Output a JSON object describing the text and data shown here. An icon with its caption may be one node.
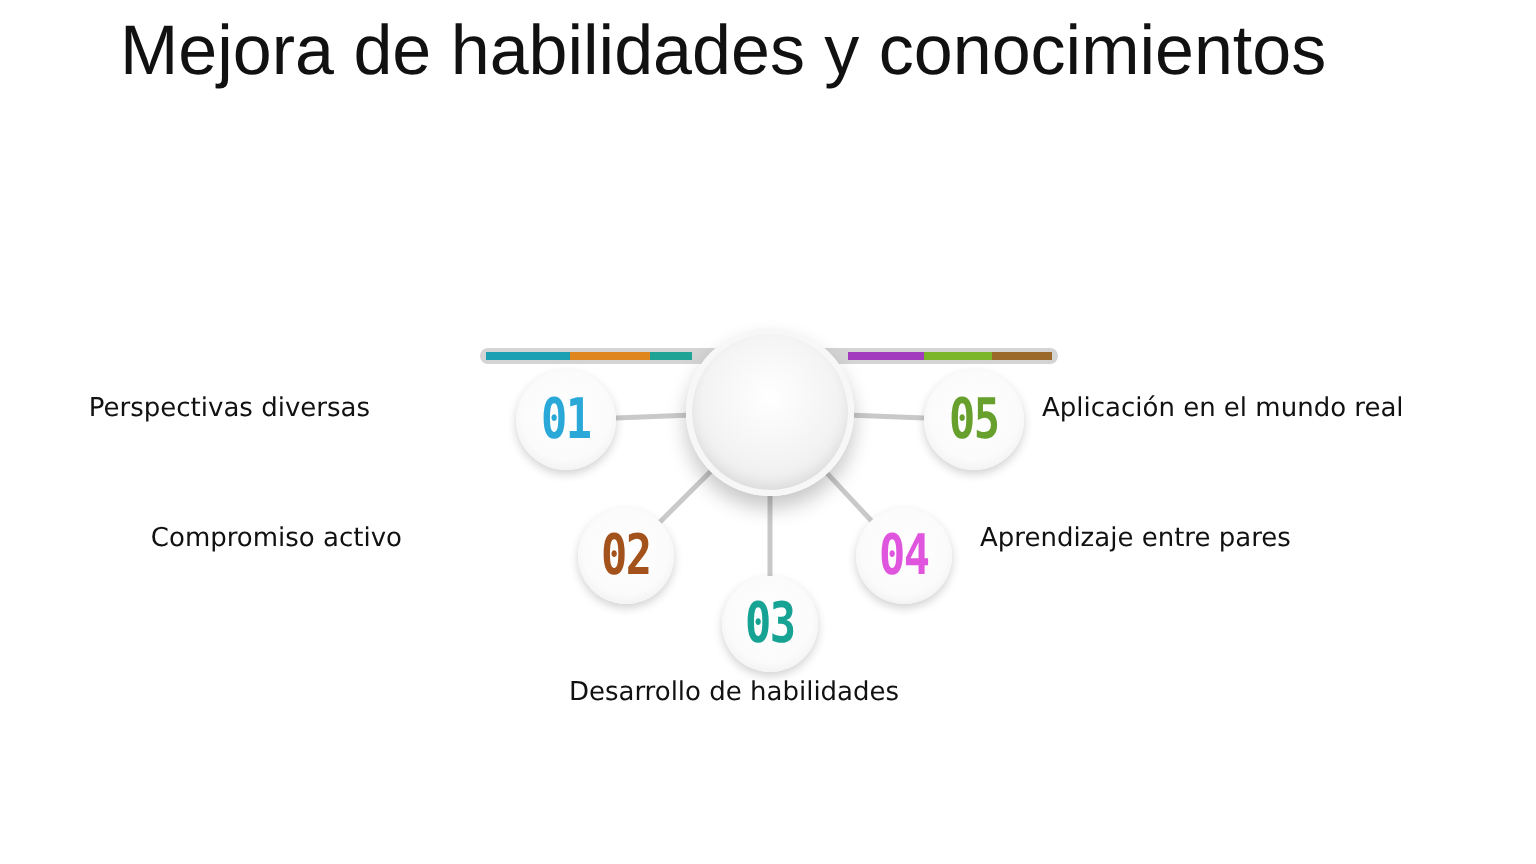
{
  "diagram": {
    "title": "Mejora de habilidades y conocimientos",
    "nodes": [
      {
        "text": [],
        "shape": "circle"
      },
      {
        "text": [
          "01"
        ]
      },
      {
        "text": [
          "02"
        ]
      },
      {
        "text": [
          "03"
        ],
        "beside": [
          "Desarrollo de habilidades"
        ]
      },
      {
        "text": [
          "04"
        ],
        "beside": [
          "Aprendizaje entre pares"
        ]
      },
      {
        "text": [
          "05"
        ],
        "beside": [
          "Aplicación en el mundo real"
        ]
      }
    ],
    "edges": [
      {
        "from": 0,
        "to": 1,
        "arrow": "none"
      },
      {
        "from": 0,
        "to": 2,
        "arrow": "none"
      },
      {
        "from": 0,
        "to": 3,
        "arrow": "none"
      },
      {
        "from": 0,
        "to": 4,
        "arrow": "none"
      },
      {
        "from": 0,
        "to": 5,
        "arrow": "none"
      }
    ],
    "labels": [
      "Perspectivas diversas",
      "Compromiso activo"
    ]
  }
}
